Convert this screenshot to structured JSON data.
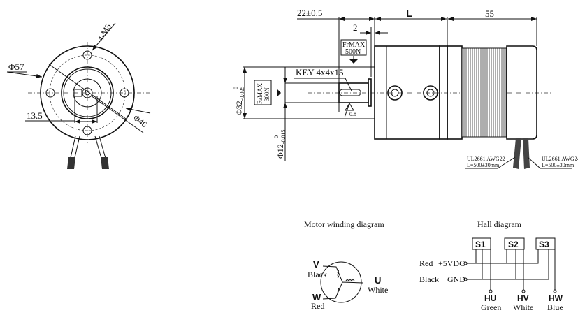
{
  "front_view": {
    "dia_outer": "Φ57",
    "bolt_holes": "4-M5",
    "key_offset": "13.5",
    "dia_bolt_circle": "Φ46"
  },
  "side_view": {
    "shaft_length": "22±0.5",
    "length_L": "L",
    "motor_length": "55",
    "collar": "2",
    "radial_load": [
      "FrMAX",
      "500N"
    ],
    "axial_load": [
      "FaMAX",
      "300N"
    ],
    "key": "KEY 4x4x15",
    "roughness": "0.8",
    "pilot_dia": "Φ32",
    "pilot_tol": [
      "0",
      "-0.025"
    ],
    "shaft_dia": "Φ12",
    "shaft_tol": [
      "0",
      "-0.015"
    ],
    "cable1": [
      "UL2661 AWG22",
      "L=500±30mm"
    ],
    "cable2": [
      "UL2661 AWG24",
      "L=500±30mm"
    ]
  },
  "winding": {
    "title": "Motor winding diagram",
    "V": "V",
    "V_color": "Black",
    "U": "U",
    "U_color": "White",
    "W": "W",
    "W_color": "Red"
  },
  "hall": {
    "title": "Hall diagram",
    "sensors": [
      "S1",
      "S2",
      "S3"
    ],
    "supply": [
      "Red",
      "+5VDC"
    ],
    "ground": [
      "Black",
      "GND"
    ],
    "outputs": [
      {
        "name": "HU",
        "color": "Green"
      },
      {
        "name": "HV",
        "color": "White"
      },
      {
        "name": "HW",
        "color": "Blue"
      }
    ]
  }
}
